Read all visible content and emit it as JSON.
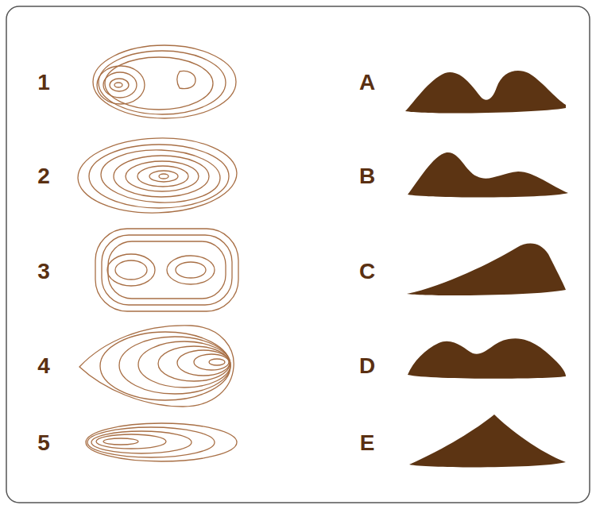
{
  "diagram": {
    "labels": [
      "1",
      "A",
      "2",
      "B",
      "3",
      "C",
      "4",
      "D",
      "5",
      "E"
    ]
  }
}
